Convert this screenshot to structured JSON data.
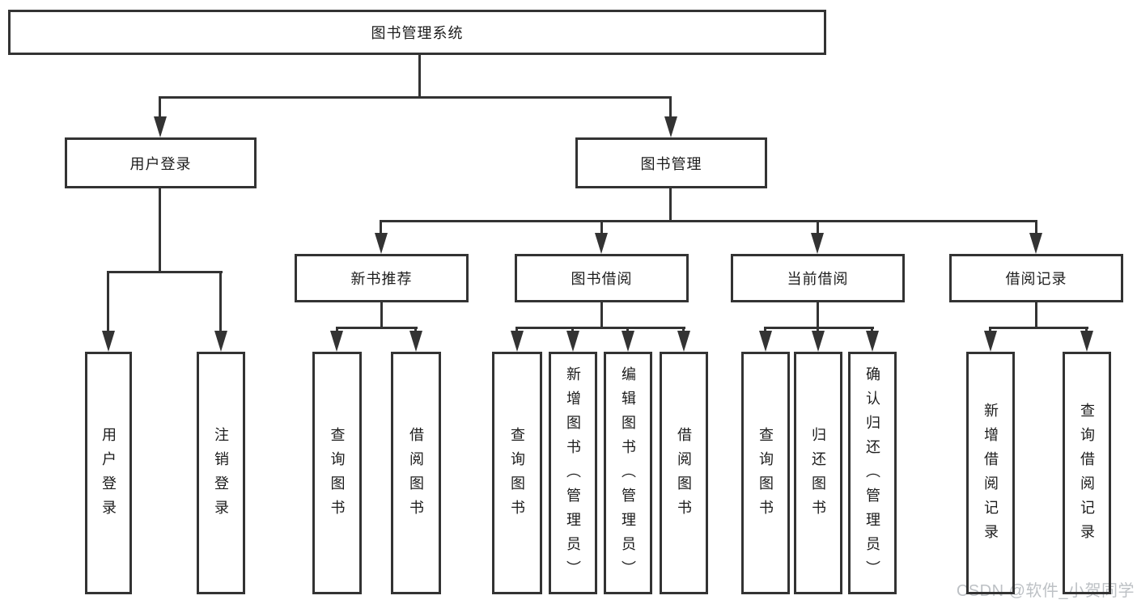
{
  "diagram": {
    "type": "functional-structure-tree",
    "colors": {
      "background": "#ffffff",
      "line": "#333333",
      "text": "#1c1c1c",
      "watermark": "#bdc1c5"
    },
    "watermark": {
      "text": "CSDN @软件_小贺同学"
    },
    "nodes": {
      "root": {
        "label": "图书管理系统"
      },
      "login": {
        "label": "用户登录"
      },
      "manage": {
        "label": "图书管理"
      },
      "recommend": {
        "label": "新书推荐"
      },
      "borrow": {
        "label": "图书借阅"
      },
      "current": {
        "label": "当前借阅"
      },
      "records": {
        "label": "借阅记录"
      },
      "login_user": {
        "label": "用户登录"
      },
      "login_logout": {
        "label": "注销登录"
      },
      "rec_query": {
        "label": "查询图书"
      },
      "rec_borrow": {
        "label": "借阅图书"
      },
      "bor_query": {
        "label": "查询图书"
      },
      "bor_add": {
        "label": "新增图书（管理员）"
      },
      "bor_edit": {
        "label": "编辑图书（管理员）"
      },
      "bor_borrow": {
        "label": "借阅图书"
      },
      "cur_query": {
        "label": "查询图书"
      },
      "cur_return": {
        "label": "归还图书"
      },
      "cur_confirm": {
        "label": "确认归还（管理员）"
      },
      "recd_add": {
        "label": "新增借阅记录"
      },
      "recd_query": {
        "label": "查询借阅记录"
      }
    },
    "hierarchy": {
      "图书管理系统": {
        "用户登录": [
          "用户登录",
          "注销登录"
        ],
        "图书管理": {
          "新书推荐": [
            "查询图书",
            "借阅图书"
          ],
          "图书借阅": [
            "查询图书",
            "新增图书（管理员）",
            "编辑图书（管理员）",
            "借阅图书"
          ],
          "当前借阅": [
            "查询图书",
            "归还图书",
            "确认归还（管理员）"
          ],
          "借阅记录": [
            "新增借阅记录",
            "查询借阅记录"
          ]
        }
      }
    }
  }
}
